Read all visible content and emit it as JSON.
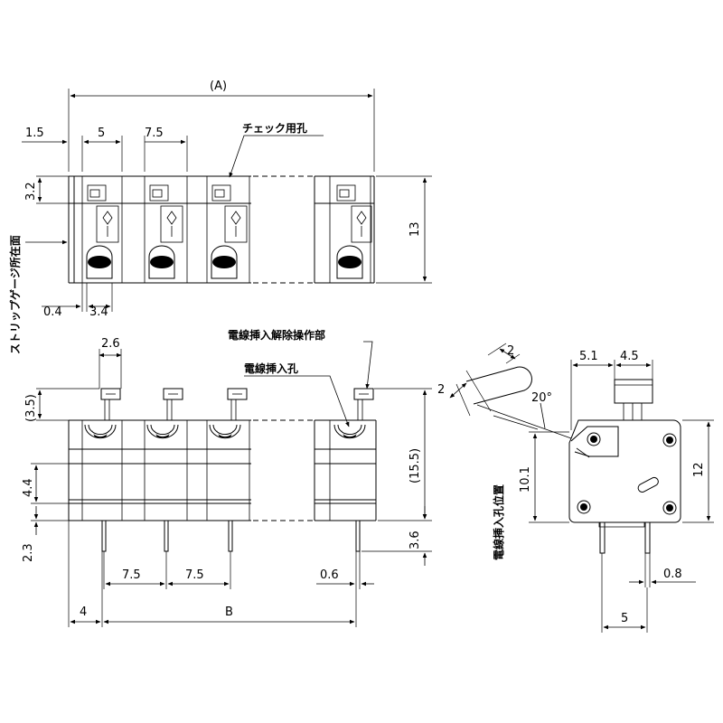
{
  "labels": {
    "check_hole": "チェック用孔",
    "strip_gauge_surface": "ストリップゲージ所在面",
    "wire_release_part": "電線挿入解除操作部",
    "wire_insert_hole": "電線挿入孔",
    "wire_hole_position": "電線挿入孔位置"
  },
  "top_view": {
    "dim_A": "(A)",
    "dim_1_5": "1.5",
    "dim_5": "5",
    "dim_7_5": "7.5",
    "dim_3_2": "3.2",
    "dim_13": "13",
    "dim_0_4": "0.4",
    "dim_3_4": "3.4"
  },
  "front_view": {
    "dim_2_6": "2.6",
    "dim_3_5": "(3.5)",
    "dim_15_5": "(15.5)",
    "dim_4_4": "4.4",
    "dim_2_3": "2.3",
    "dim_3_6": "3.6",
    "dim_pitch_1": "7.5",
    "dim_pitch_2": "7.5",
    "dim_0_6": "0.6",
    "dim_4": "4",
    "dim_B": "B"
  },
  "side_view": {
    "dim_2_a": "2",
    "dim_2_b": "2",
    "dim_20deg": "20°",
    "dim_5_1": "5.1",
    "dim_4_5": "4.5",
    "dim_10_1": "10.1",
    "dim_12": "12",
    "dim_0_8": "0.8",
    "dim_5": "5"
  }
}
